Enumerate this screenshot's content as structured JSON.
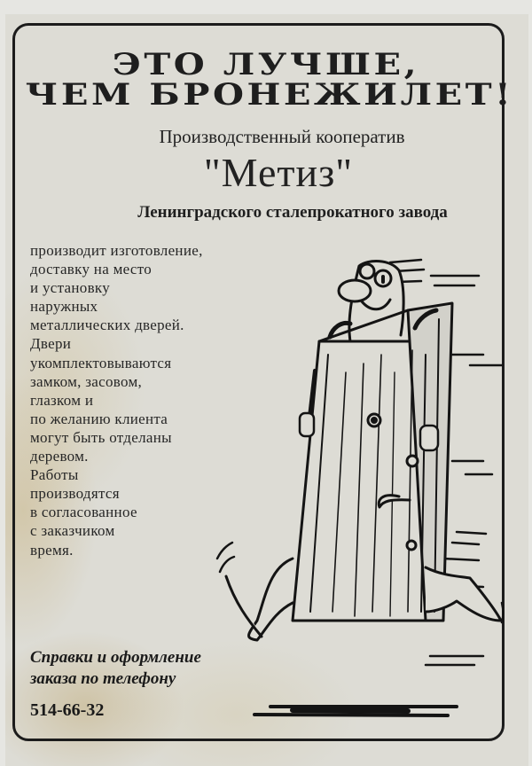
{
  "headline": {
    "line1": "ЭТО ЛУЧШЕ,",
    "line2": "ЧЕМ БРОНЕЖИЛЕТ!"
  },
  "company": {
    "type": "Производственный кооператив",
    "name": "\"Метиз\"",
    "parent": "Ленинградского сталепрокатного завода"
  },
  "body_lines": [
    "производит изготовление,",
    "доставку на место",
    "и установку",
    "наружных",
    "металлических дверей.",
    "Двери",
    "укомплектовываются",
    "замком, засовом,",
    "глазком и",
    "по желанию клиента",
    "могут быть отделаны",
    "деревом.",
    "Работы",
    "производятся",
    "в согласованное",
    "с заказчиком",
    "время."
  ],
  "contact": {
    "line1": "Справки и оформление",
    "line2": "заказа по телефону",
    "phone": "514-66-32"
  },
  "illustration": {
    "subject": "cartoon man with glasses carrying a wooden-clad metal door",
    "ink_color": "#141414",
    "paper_color": "#dddcd5"
  }
}
